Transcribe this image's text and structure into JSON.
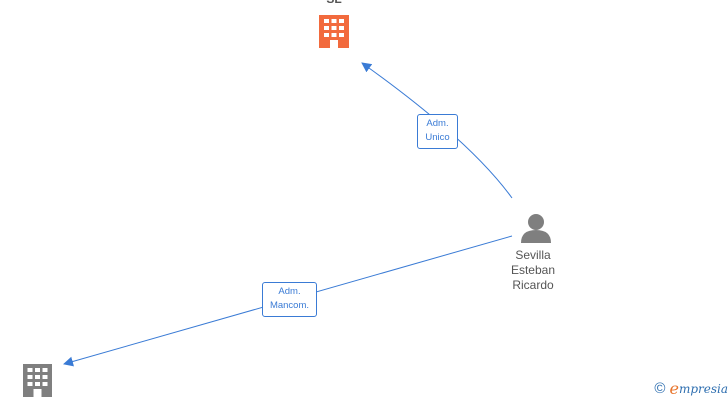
{
  "nodes": {
    "company_top": {
      "label": "SL",
      "icon": "building-icon",
      "color": "#f26a3d"
    },
    "person": {
      "label_lines": [
        "Sevilla",
        "Esteban",
        "Ricardo"
      ],
      "icon": "person-icon",
      "color": "#7f7f7f"
    },
    "company_bottom": {
      "label": "",
      "icon": "building-icon",
      "color": "#7f7f7f"
    }
  },
  "edges": [
    {
      "from": "person",
      "to": "company_top",
      "label_lines": [
        "Adm.",
        "Unico"
      ]
    },
    {
      "from": "person",
      "to": "company_bottom",
      "label_lines": [
        "Adm.",
        "Mancom."
      ]
    }
  ],
  "colors": {
    "edge": "#3a7bd5"
  },
  "footer": {
    "copyright_symbol": "©",
    "brand_initial": "e",
    "brand_rest": "mpresia"
  }
}
